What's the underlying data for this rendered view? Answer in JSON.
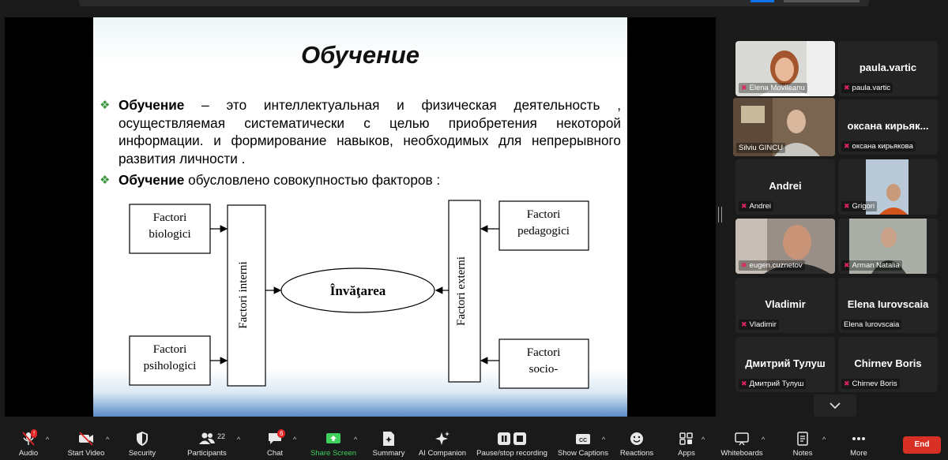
{
  "slide": {
    "title": "Обучение",
    "p1_bold": "Обучение",
    "p1_text": " – это интеллектуальная и физическая деятельность , осуществляемая систематически с целью приобретения некоторой информации. и формирование навыков, необходимых для непрерывного развития личности .",
    "p2_bold": "Обучение",
    "p2_text": " обусловлено совокупностью факторов :",
    "diagram": {
      "box_bio_1": "Factori",
      "box_bio_2": "biologici",
      "box_psi_1": "Factori",
      "box_psi_2": "psihologici",
      "box_ped_1": "Factori",
      "box_ped_2": "pedagogici",
      "box_soc_1": "Factori",
      "box_soc_2": "socio-",
      "interni": "Factori interni",
      "externi": "Factori externi",
      "center": "Învăţarea"
    }
  },
  "participants": [
    {
      "name": "Elena Movileanu",
      "display": ""
    },
    {
      "name": "paula.vartic",
      "display": "paula.vartic"
    },
    {
      "name": "Silviu GINCU",
      "display": ""
    },
    {
      "name": "оксана кирьякова",
      "display": "оксана кирьяк..."
    },
    {
      "name": "Andrei",
      "display": "Andrei"
    },
    {
      "name": "Grigori",
      "display": ""
    },
    {
      "name": "eugen.cuznetov",
      "display": ""
    },
    {
      "name": "Arman Natalia",
      "display": ""
    },
    {
      "name": "Vladimir",
      "display": "Vladimir"
    },
    {
      "name": "Elena Iurovscaia",
      "display": "Elena Iurovscaia"
    },
    {
      "name": "Дмитрий Тулуш",
      "display": "Дмитрий Тулуш"
    },
    {
      "name": "Chirnev Boris",
      "display": "Chirnev Boris"
    }
  ],
  "toolbar": {
    "audio": "Audio",
    "audio_badge": "!",
    "video": "Start Video",
    "security": "Security",
    "participants": "Participants",
    "participants_count": "22",
    "chat": "Chat",
    "chat_badge": "6",
    "share": "Share Screen",
    "summary": "Summary",
    "ai": "AI Companion",
    "record": "Pause/stop recording",
    "captions": "Show Captions",
    "reactions": "Reactions",
    "apps": "Apps",
    "whiteboards": "Whiteboards",
    "notes": "Notes",
    "more": "More",
    "end": "End"
  },
  "colors": {
    "share_green": "#3ecf5c",
    "end_red": "#d93025",
    "active_speaker": "#e6e34c",
    "bullet_green": "#3c9a3c"
  }
}
